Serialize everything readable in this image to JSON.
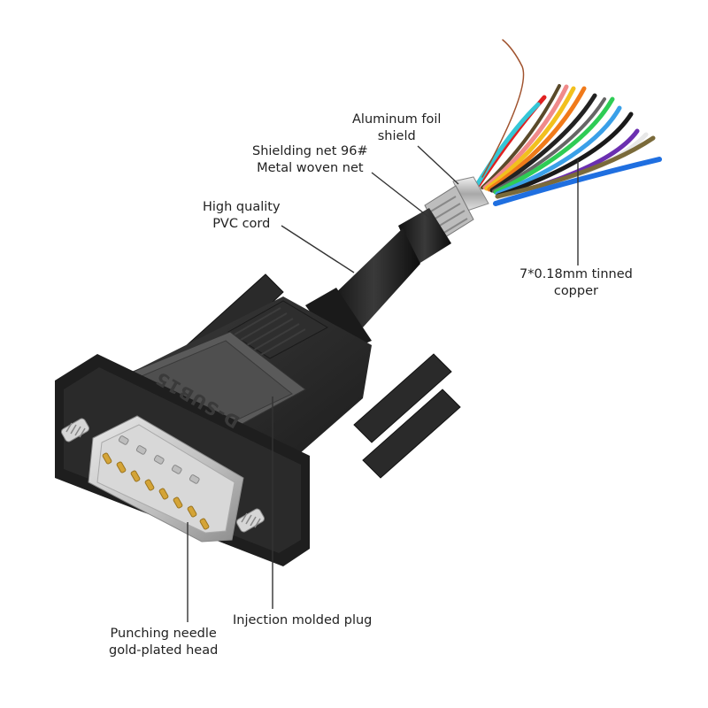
{
  "diagram": {
    "subject": "D-SUB 15-pin male connector cable with stripped wires",
    "connector_marking": "D-SUB15",
    "colors": {
      "connector_body": "#2b2b2b",
      "connector_face": "#5a5a5a",
      "metal_shell": "#c8c8c8",
      "gold_pins": "#d4a437",
      "leader_line": "#333333"
    },
    "wire_colors": [
      "#e02020",
      "#35c6d6",
      "#5a4a2a",
      "#f08a8a",
      "#f2c01e",
      "#f07a1a",
      "#222222",
      "#666666",
      "#2ecc55",
      "#3aa0e8",
      "#1a1a1a",
      "#6b2fb0",
      "#e8e8e8",
      "#7a6a3a",
      "#1f6fe0",
      "#a0522d"
    ],
    "labels": {
      "aluminum_foil": {
        "line1": "Aluminum foil",
        "line2": "shield"
      },
      "shielding_net": {
        "line1": "Shielding net 96#",
        "line2": "Metal woven net"
      },
      "pvc_cord": {
        "line1": "High quality",
        "line2": "PVC cord"
      },
      "tinned_copper": {
        "line1": "7*0.18mm tinned",
        "line2": "copper"
      },
      "injection_plug": {
        "line1": "Injection molded plug"
      },
      "punching_needle": {
        "line1": "Punching needle",
        "line2": "gold-plated head"
      }
    }
  }
}
